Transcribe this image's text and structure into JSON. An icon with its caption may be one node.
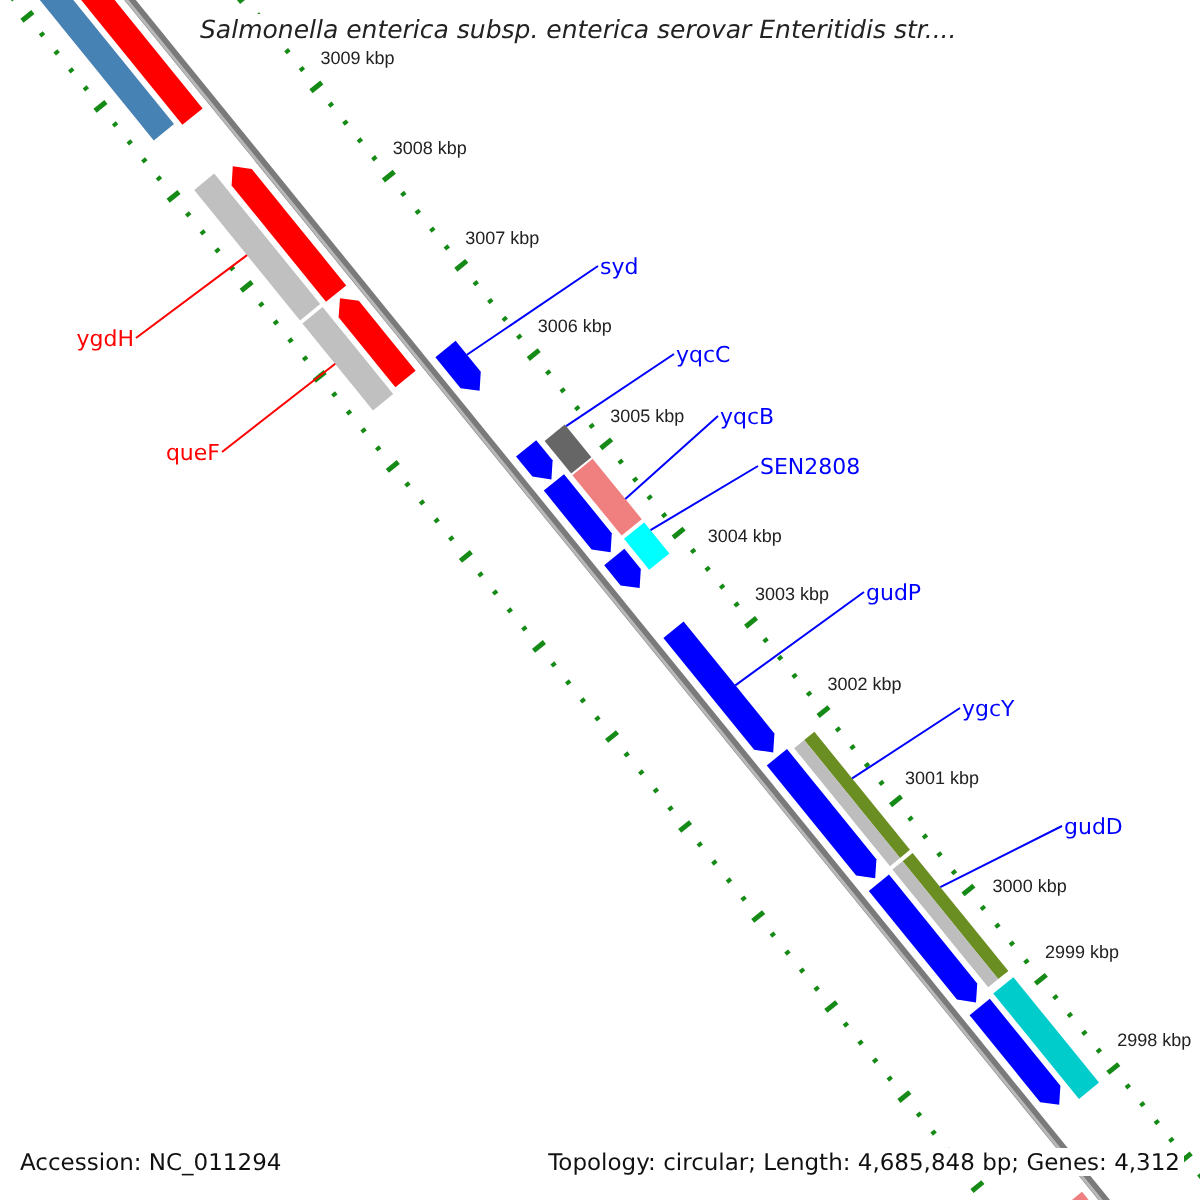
{
  "diagram": {
    "title": "Salmonella enterica subsp. enterica serovar Enteritidis str....",
    "nodes": [
      {
        "text": [
          "syd"
        ]
      },
      {
        "text": [
          "yqcC"
        ]
      },
      {
        "text": [
          "yqcB"
        ]
      },
      {
        "text": [
          "SEN2808"
        ]
      },
      {
        "text": [
          "ygdH"
        ]
      },
      {
        "text": [
          "queF"
        ]
      },
      {
        "text": [
          "gudP"
        ]
      },
      {
        "text": [
          "ygcY"
        ]
      },
      {
        "text": [
          "gudD"
        ]
      },
      {
        "text": [],
        "shape": "bar"
      },
      {
        "text": [],
        "shape": "bar"
      },
      {
        "text": [],
        "shape": "bar"
      },
      {
        "text": [],
        "shape": "bar"
      },
      {
        "text": [],
        "shape": "bar"
      },
      {
        "text": [],
        "shape": "bar"
      },
      {
        "text": [],
        "shape": "bar"
      },
      {
        "text": [],
        "shape": "bar"
      },
      {
        "text": [],
        "shape": "bar"
      },
      {
        "text": [],
        "shape": "bar"
      },
      {
        "text": [],
        "shape": "bar"
      },
      {
        "text": [],
        "shape": "bar"
      },
      {
        "text": [],
        "shape": "bar"
      },
      {
        "text": [],
        "shape": "bar"
      },
      {
        "text": [],
        "shape": "bar"
      },
      {
        "text": [],
        "shape": "bar"
      },
      {
        "text": [],
        "shape": "bar"
      },
      {
        "text": [],
        "shape": "bar"
      },
      {
        "text": [],
        "shape": "bar"
      },
      {
        "text": [],
        "shape": "bar"
      },
      {
        "text": [],
        "shape": "bar"
      }
    ],
    "edges": [
      {
        "from": 0,
        "to": 15,
        "arrow": "none"
      },
      {
        "from": 1,
        "to": 17,
        "arrow": "none"
      },
      {
        "from": 2,
        "to": 19,
        "arrow": "none"
      },
      {
        "from": 3,
        "to": 20,
        "arrow": "none"
      },
      {
        "from": 4,
        "to": 11,
        "arrow": "none",
        "color": "#ff0000"
      },
      {
        "from": 5,
        "to": 13,
        "arrow": "none",
        "color": "#ff0000"
      },
      {
        "from": 6,
        "to": 22,
        "arrow": "none"
      },
      {
        "from": 7,
        "to": 24,
        "arrow": "none"
      },
      {
        "from": 8,
        "to": 25,
        "arrow": "none"
      }
    ],
    "labels": [
      "3009 kbp",
      "3008 kbp",
      "3007 kbp",
      "3006 kbp",
      "3005 kbp",
      "3004 kbp",
      "3003 kbp",
      "3002 kbp",
      "3001 kbp",
      "3000 kbp",
      "2999 kbp",
      "2998 kbp",
      "Accession: NC_011294",
      "Topology: circular; Length: 4,685,848 bp; Genes: 4,312"
    ]
  }
}
